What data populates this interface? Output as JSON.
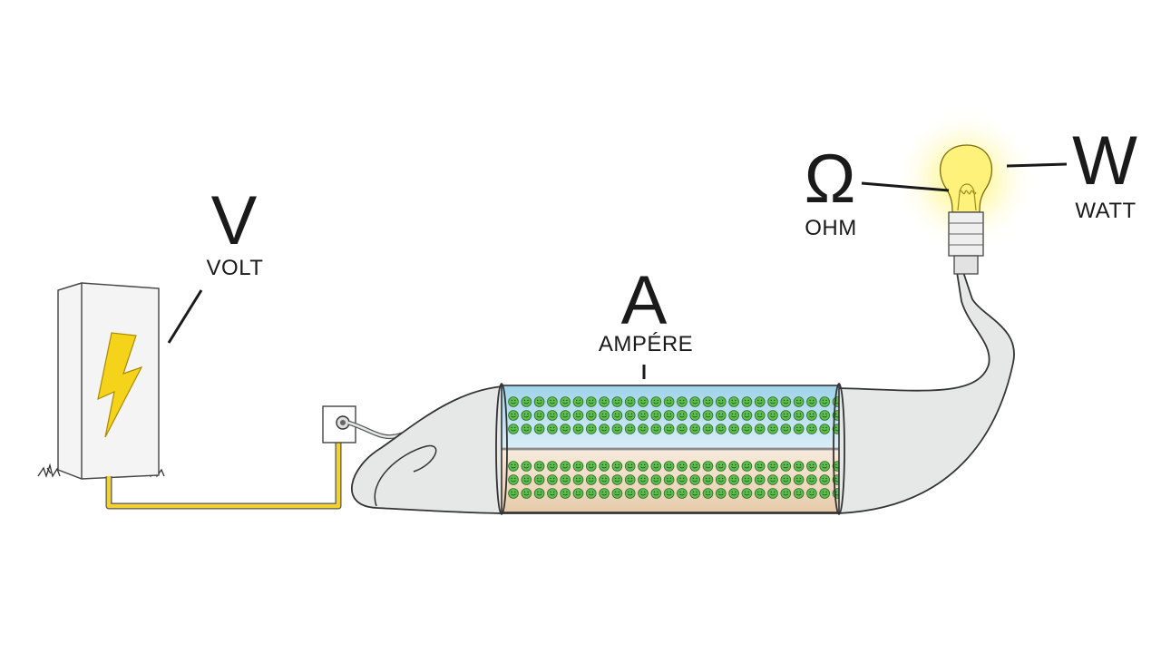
{
  "labels": {
    "volt": {
      "symbol": "V",
      "name": "VOLT"
    },
    "ampere": {
      "symbol": "A",
      "name": "AMPÉRE"
    },
    "ohm": {
      "symbol": "Ω",
      "name": "OHM"
    },
    "watt": {
      "symbol": "W",
      "name": "WATT"
    }
  },
  "colors": {
    "cable": "#f2d233",
    "bolt": "#f5d31b",
    "pipe_fill": "#e6e8e8",
    "top_fluid": "#a9d8ec",
    "bottom_fluid": "#edd7bf",
    "electron": "#5cbf4e",
    "bulb_glow": "#fff36a"
  },
  "icons": [
    "power-box",
    "lightning-bolt-icon",
    "wall-socket",
    "water-pipe",
    "electron-smiley",
    "light-bulb"
  ]
}
